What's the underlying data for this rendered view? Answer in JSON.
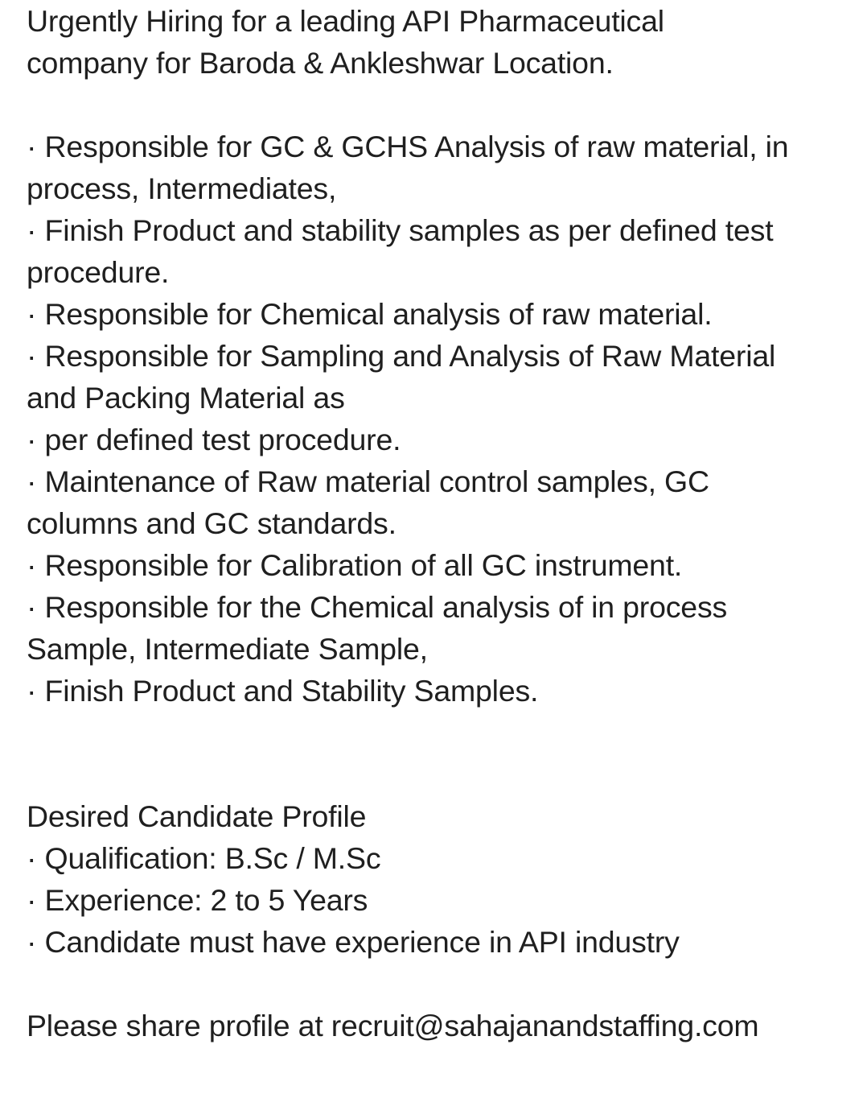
{
  "intro": {
    "line1": "Urgently Hiring for a leading API Pharmaceutical",
    "line2": "company for Baroda & Ankleshwar Location."
  },
  "responsibilities": [
    "· Responsible for GC & GCHS Analysis of raw material, in",
    "process, Intermediates,",
    "· Finish Product and stability samples as per defined test",
    "procedure.",
    "· Responsible for Chemical analysis of raw material.",
    "· Responsible for Sampling and Analysis of Raw Material",
    "and Packing Material as",
    "· per defined test procedure.",
    "· Maintenance of Raw material control samples, GC",
    "columns and GC standards.",
    "· Responsible for Calibration of all GC instrument.",
    "· Responsible for the Chemical analysis of in process",
    "Sample, Intermediate Sample,",
    "· Finish Product and Stability Samples."
  ],
  "profile": {
    "heading": "Desired Candidate Profile",
    "items": [
      "· Qualification: B.Sc / M.Sc",
      "· Experience: 2 to 5 Years",
      "· Candidate must have experience in API industry"
    ]
  },
  "contact": {
    "text": "Please share profile at recruit@sahajanandstaffing.com"
  }
}
